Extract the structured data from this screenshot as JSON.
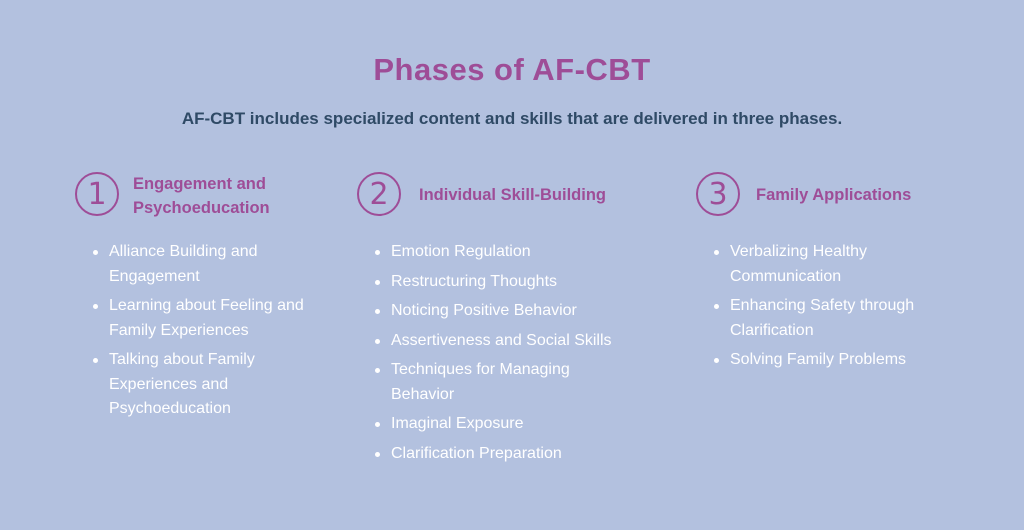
{
  "title": "Phases of AF-CBT",
  "subtitle": "AF-CBT includes specialized content and skills that are delivered in three phases.",
  "accent_color": "#9e4d97",
  "background_color": "#b3c1df",
  "phases": [
    {
      "number": "1",
      "title_line1": "Engagement and",
      "title_line2": "Psychoeducation",
      "items": [
        "Alliance Building and Engagement",
        "Learning about Feeling and Family Experiences",
        "Talking about Family Experiences and Psychoeducation"
      ]
    },
    {
      "number": "2",
      "title_line1": "Individual Skill-Building",
      "items": [
        "Emotion Regulation",
        "Restructuring Thoughts",
        "Noticing Positive Behavior",
        "Assertiveness and Social Skills",
        "Techniques for Managing Behavior",
        "Imaginal Exposure",
        "Clarification Preparation"
      ]
    },
    {
      "number": "3",
      "title_line1": "Family Applications",
      "items": [
        "Verbalizing Healthy Communication",
        "Enhancing Safety through Clarification",
        "Solving Family Problems"
      ]
    }
  ]
}
